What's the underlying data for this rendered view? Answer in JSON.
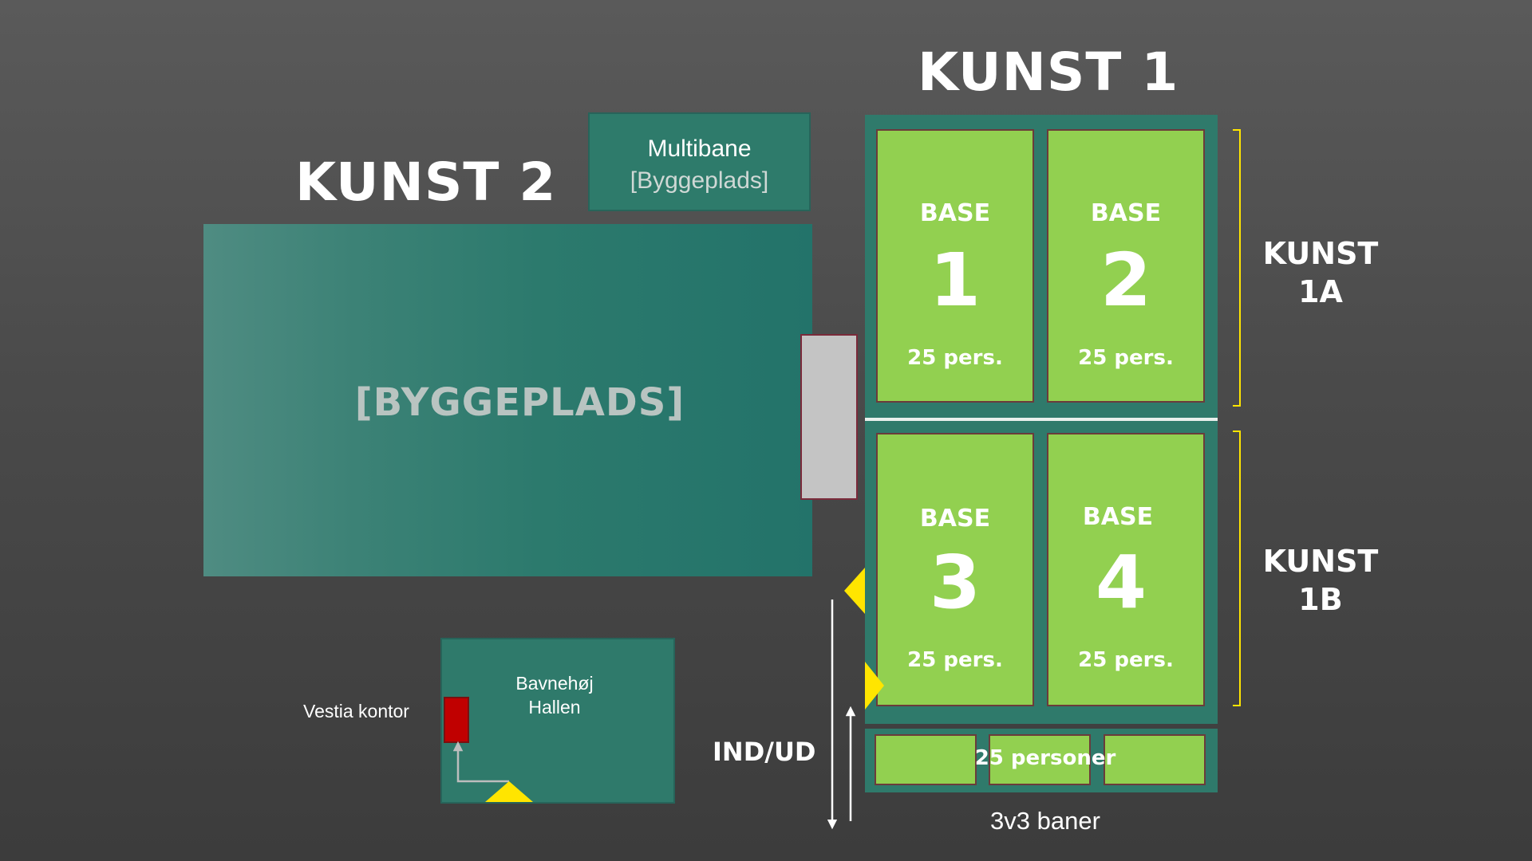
{
  "kunst1": {
    "title": "KUNST 1",
    "bases": [
      {
        "title": "BASE",
        "number": "1",
        "capacity": "25 pers."
      },
      {
        "title": "BASE",
        "number": "2",
        "capacity": "25 pers."
      },
      {
        "title": "BASE",
        "number": "3",
        "capacity": "25 pers."
      },
      {
        "title": "BASE",
        "number": "4",
        "capacity": "25 pers."
      }
    ],
    "section_1a": {
      "line1": "KUNST",
      "line2": "1A"
    },
    "section_1b": {
      "line1": "KUNST",
      "line2": "1B"
    },
    "small_pitches": {
      "caption": "25 personer",
      "subtitle": "3v3 baner"
    }
  },
  "kunst2": {
    "title": "KUNST 2",
    "field_label": "[BYGGEPLADS]"
  },
  "multibane": {
    "line1": "Multibane",
    "line2": "[Byggeplads]"
  },
  "hallen": {
    "line1": "Bavnehøj",
    "line2": "Hallen"
  },
  "vestia": {
    "label": "Vestia kontor"
  },
  "entrance": {
    "label": "IND/UD"
  },
  "colors": {
    "background": "#4a4a4a",
    "field_teal": "#2f7a6b",
    "pitch_green": "#92d050",
    "marker_yellow": "#ffe500",
    "office_red": "#c00000",
    "connector_gray": "#c4c4c4"
  }
}
